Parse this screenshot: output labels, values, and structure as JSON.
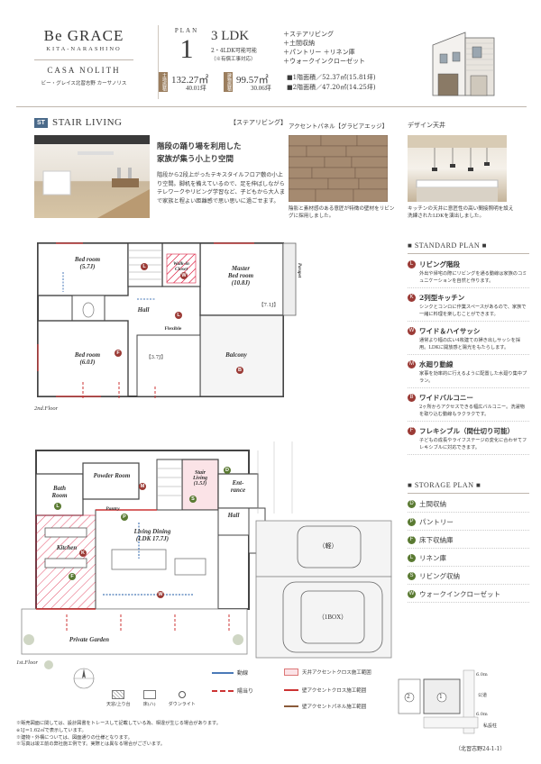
{
  "brand": {
    "logo": "Be GRACE",
    "location": "KITA-NARASHINO",
    "series": "CASA NOLITH",
    "subtitle_jp": "ビー・グレイス北習志野 カーサノリス"
  },
  "plan": {
    "label": "PLAN",
    "number": "1",
    "layout": "3 LDK",
    "layout_note": "2・4LDK可能可能",
    "layout_note2": "（※有償工事対応）",
    "features": [
      "＋ステアリビング",
      "＋土間収納",
      "＋パントリー ＋リネン庫",
      "＋ウォークインクローゼット"
    ],
    "land_area_label": "土地面積",
    "land_area": "132.27㎡",
    "land_tsubo": "40.01坪",
    "floor_area_label": "建物面積",
    "floor_area": "99.57㎡",
    "floor_tsubo": "30.06坪",
    "first_floor": "■1階面積／52.37㎡(15.81坪)",
    "second_floor": "■2階面積／47.20㎡(14.25坪)"
  },
  "stair_living": {
    "badge": "ST",
    "title": "STAIR LIVING",
    "title_jp": "【ステアリビング】",
    "headline1": "階段の踊り場を利用した",
    "headline2": "家族が集う小上り空間",
    "body": "階段から2段上がったテキスタイルフロア敷の小上り空間。脚机を備えているので、足を伸ばしながらテレワークやリビング学習など、子どもから大人まで家族と程よい距離感で思い思いに過ごせます。"
  },
  "accent_panel": {
    "title": "アクセントパネル【グラビアエッジ】",
    "caption": "陰影と素材感のある意匠が特徴の壁材をリビングに採用しました。"
  },
  "design_ceiling": {
    "title": "デザイン天井",
    "caption": "キッチンの天井に意匠性の高い間接照明を設え洗練されたLDKを演出しました。"
  },
  "standard_plan": {
    "heading": "■ STANDARD PLAN ■",
    "items": [
      {
        "badge": "L",
        "title": "リビング階段",
        "desc": "外出や帰宅の際にリビングを通る動線は家族のコミュニケーションを自然と作ります。"
      },
      {
        "badge": "K",
        "title": "2列型キッチン",
        "desc": "シンクとコンロに作業スペースがあるので、家族で一緒に料理を楽しむことができます。"
      },
      {
        "badge": "W",
        "title": "ワイド＆ハイサッシ",
        "desc": "通常より幅の広い4枚建ての掃き出しサッシを採用。LDKに開放感と陽光をもたらします。"
      },
      {
        "badge": "M",
        "title": "水廻り動線",
        "desc": "家事を効率的に行えるように配置した水廻り集中プラン。"
      },
      {
        "badge": "B",
        "title": "ワイドバルコニー",
        "desc": "2ヶ所からアクセスできる幅広バルコニー。洗濯物を取り込む動線もラクラクです。"
      },
      {
        "badge": "F",
        "title": "フレキシブル（間仕切り可能）",
        "desc": "子どもの成長やライフステージの変化に合わせてフレキシブルに対応できます。"
      }
    ]
  },
  "storage_plan": {
    "heading": "■ STORAGE PLAN ■",
    "items": [
      {
        "badge": "D",
        "title": "土間収納"
      },
      {
        "badge": "P",
        "title": "パントリー"
      },
      {
        "badge": "F",
        "title": "床下収納庫"
      },
      {
        "badge": "L",
        "title": "リネン庫"
      },
      {
        "badge": "S",
        "title": "リビング収納"
      },
      {
        "badge": "W",
        "title": "ウォークインクローゼット"
      }
    ]
  },
  "floor2": {
    "label": "2nd.Floor",
    "rooms": {
      "bed1": "Bed room\n(5.7J)",
      "bed2": "Bed room\n(6.0J)",
      "master": "Master\nBed room\n(10.8J)",
      "wic": "Walk-in\nCloset",
      "hall": "Hall",
      "balcony": "Balcony",
      "parapet": "Parapet",
      "flexible": "Flexible",
      "j1": "【7.1J】",
      "j2": "【3.7J】"
    }
  },
  "floor1": {
    "label": "1st.Floor",
    "rooms": {
      "powder": "Powder Room",
      "bath": "Bath\nRoom",
      "stair_living": "Stair\nLiving\n(1.5J)",
      "entrance": "Ent-\nrance",
      "hall": "Hall",
      "pantry": "Pantry",
      "kitchen": "Kitchen",
      "ldk": "Living Dining\n(LDK 17.7J)",
      "garden": "Private Garden",
      "car1": "（軽）",
      "car2": "（1BOX）"
    }
  },
  "legend": {
    "flow": "動線",
    "sun": "陽当り",
    "ceiling": "天井アクセントクロス施工範囲",
    "wall_cloth": "壁アクセントクロス施工範囲",
    "wall_panel": "壁アクセントパネル施工範囲",
    "icons": [
      "天窓/上り台",
      "床(ハ)",
      "ダウンライト"
    ]
  },
  "notes": [
    "※販売図面に関しては、設計図書をトレースして記載している為、相違が生じる場合があります。",
    "※1J＝1.62㎡で表示しています。",
    "※建物・外構については、図面通りの仕様となります。",
    "※写真は竣工前の弊社施工例です。実際とは異なる場合がございます。"
  ],
  "site": {
    "lot": "1",
    "lot2": "2",
    "road1": "6.0m",
    "road2": "6.0m",
    "road_label": "公道",
    "private_road": "私設柱",
    "address": "（北習志野24-1-1）"
  }
}
